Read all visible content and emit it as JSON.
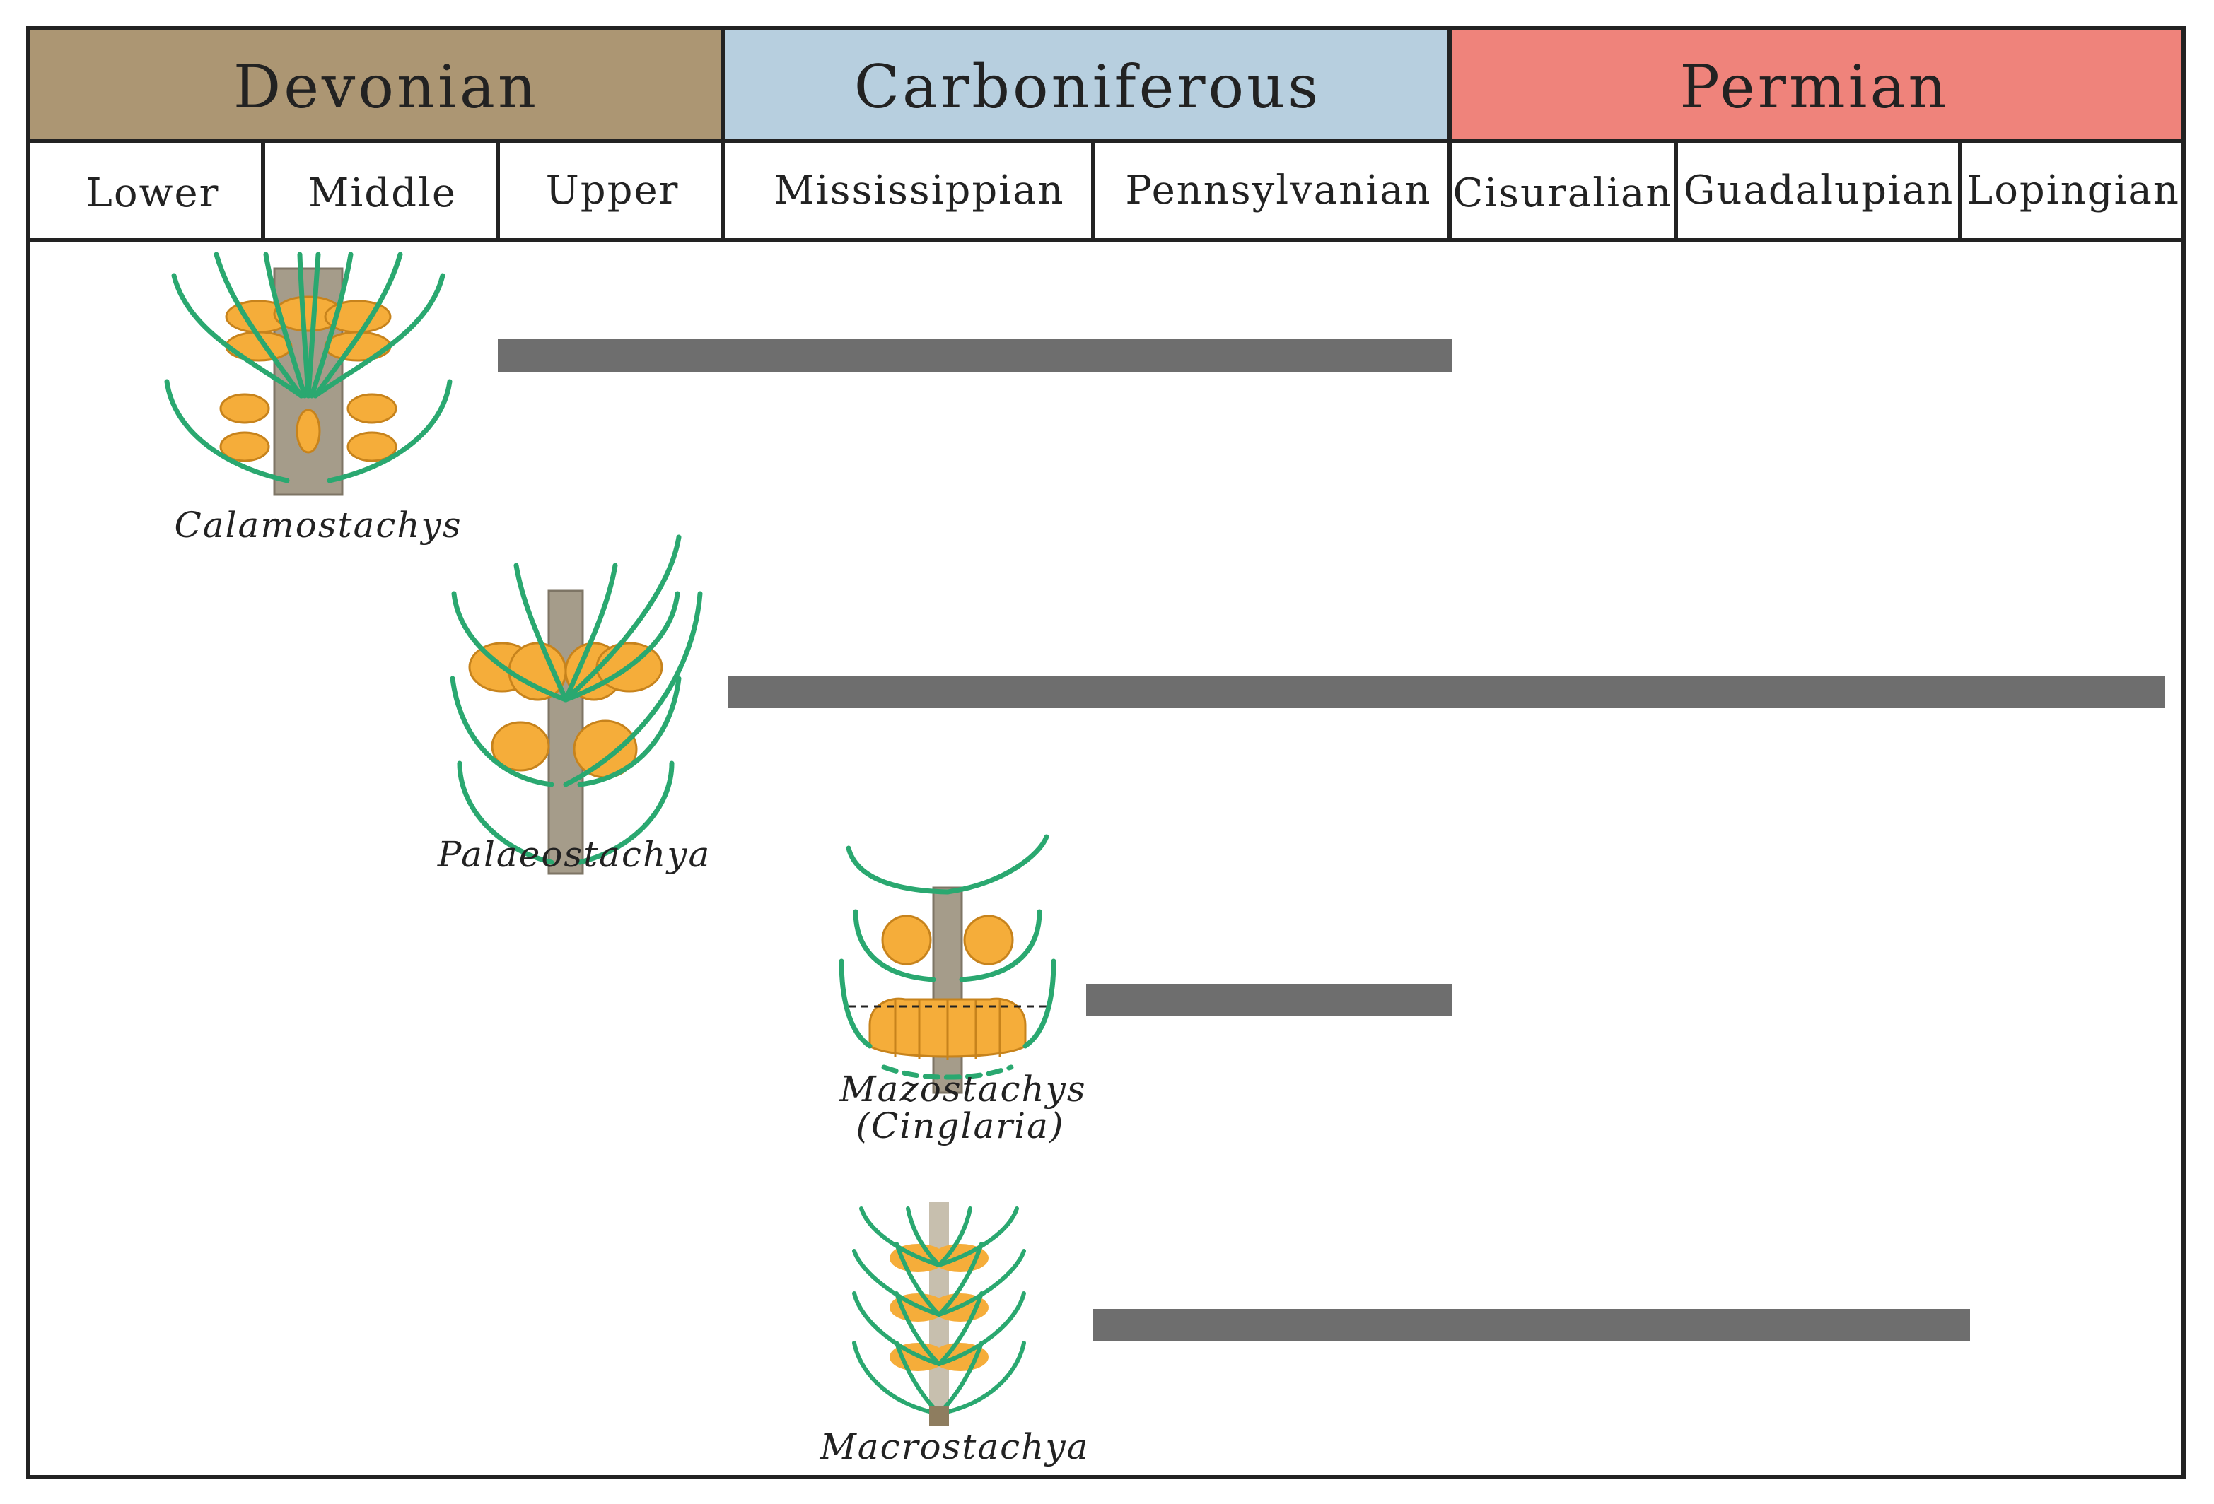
{
  "colors": {
    "devonian": "#ac9673",
    "carboniferous": "#b7cfdf",
    "permian": "#ef837b",
    "range_bar": "#6e6e6e",
    "leaf": "#2aa870",
    "sporangium": "#f5ad3a",
    "axis": "#a59c8a"
  },
  "periods": [
    {
      "name": "Devonian"
    },
    {
      "name": "Carboniferous"
    },
    {
      "name": "Permian"
    }
  ],
  "epochs": [
    "Lower",
    "Middle",
    "Upper",
    "Mississippian",
    "Pennsylvanian",
    "Cisuralian",
    "Guadalupian",
    "Lopingian"
  ],
  "taxa": [
    {
      "name": "Calamostachys",
      "range": {
        "from": "Upper",
        "to": "Pennsylvanian"
      },
      "icon": "calamostachys-cone-icon"
    },
    {
      "name": "Palaeostachya",
      "range": {
        "from": "Mississippian",
        "to": "Lopingian"
      },
      "icon": "palaeostachya-cone-icon"
    },
    {
      "name": "Mazostachys",
      "name_line2": "(Cinglaria)",
      "range": {
        "from": "Pennsylvanian",
        "to": "Pennsylvanian"
      },
      "icon": "mazostachys-cone-icon"
    },
    {
      "name": "Macrostachya",
      "range": {
        "from": "Pennsylvanian",
        "to": "Guadalupian"
      },
      "icon": "macrostachya-cone-icon"
    }
  ]
}
